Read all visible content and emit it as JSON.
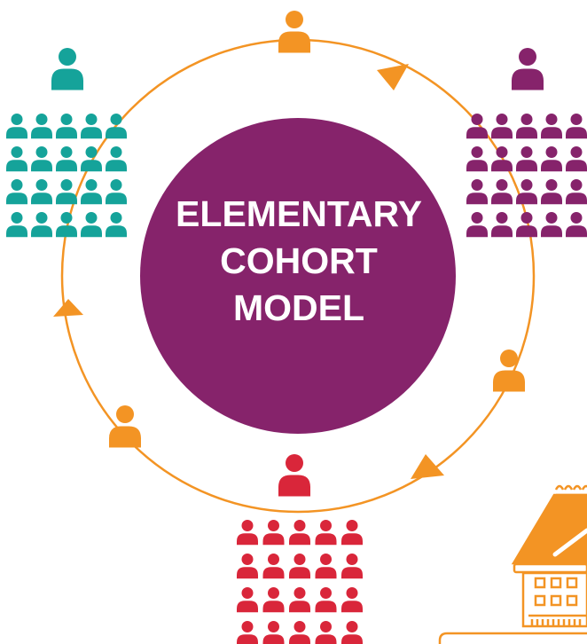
{
  "diagram": {
    "title_lines": [
      "ELEMENTARY",
      "COHORT",
      "MODEL"
    ]
  },
  "colors": {
    "teal": "#15a39a",
    "purple": "#86236b",
    "red": "#d9263a",
    "orange": "#f39424",
    "white": "#ffffff"
  },
  "icons": {
    "person": "person-icon",
    "arrow": "arrowhead-icon",
    "building": "school-building-icon"
  },
  "cohorts": [
    {
      "name": "teal-cohort",
      "color": "teal",
      "rows": 4,
      "cols": 5
    },
    {
      "name": "purple-cohort",
      "color": "purple",
      "rows": 4,
      "cols": 5
    },
    {
      "name": "red-cohort",
      "color": "red",
      "rows": 4,
      "cols": 5
    }
  ]
}
